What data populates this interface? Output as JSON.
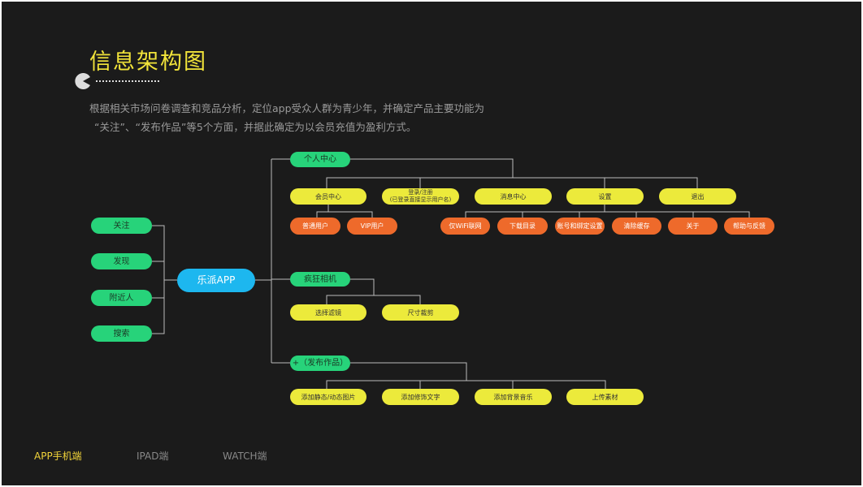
{
  "title": "信息架构图",
  "description": [
    "根据相关市场问卷调查和竞品分析，定位app受众人群为青少年，并确定产品主要功能为",
    "“关注”、“发布作品”等5个方面，并据此确定为以会员充值为盈利方式。"
  ],
  "root": "乐派APP",
  "left_items": [
    "关注",
    "发现",
    "附近人",
    "搜索"
  ],
  "personal": {
    "label": "个人中心",
    "children": [
      "会员中心",
      "登录/注册\n(已登录直接显示用户名)",
      "消息中心",
      "设置",
      "退出"
    ],
    "member_children": [
      "普通用户",
      "VIP用户"
    ],
    "settings_children": [
      "仅WiFi联网",
      "下载目录",
      "账号和绑定设置",
      "清除缓存",
      "关于",
      "帮助与反馈"
    ]
  },
  "camera": {
    "label": "疯狂相机",
    "children": [
      "选择滤镜",
      "尺寸裁剪"
    ]
  },
  "publish": {
    "label": "+（发布作品）",
    "children": [
      "添加静态/动态图片",
      "添加修饰文字",
      "添加背景音乐",
      "上传素材"
    ]
  },
  "tabs": [
    "APP手机端",
    "IPAD端",
    "WATCH端"
  ],
  "colors": {
    "green": "#27d37a",
    "yellow": "#ecea3b",
    "orange": "#ee6a2b",
    "blue": "#1db7ef",
    "accent": "#f2e43a"
  }
}
